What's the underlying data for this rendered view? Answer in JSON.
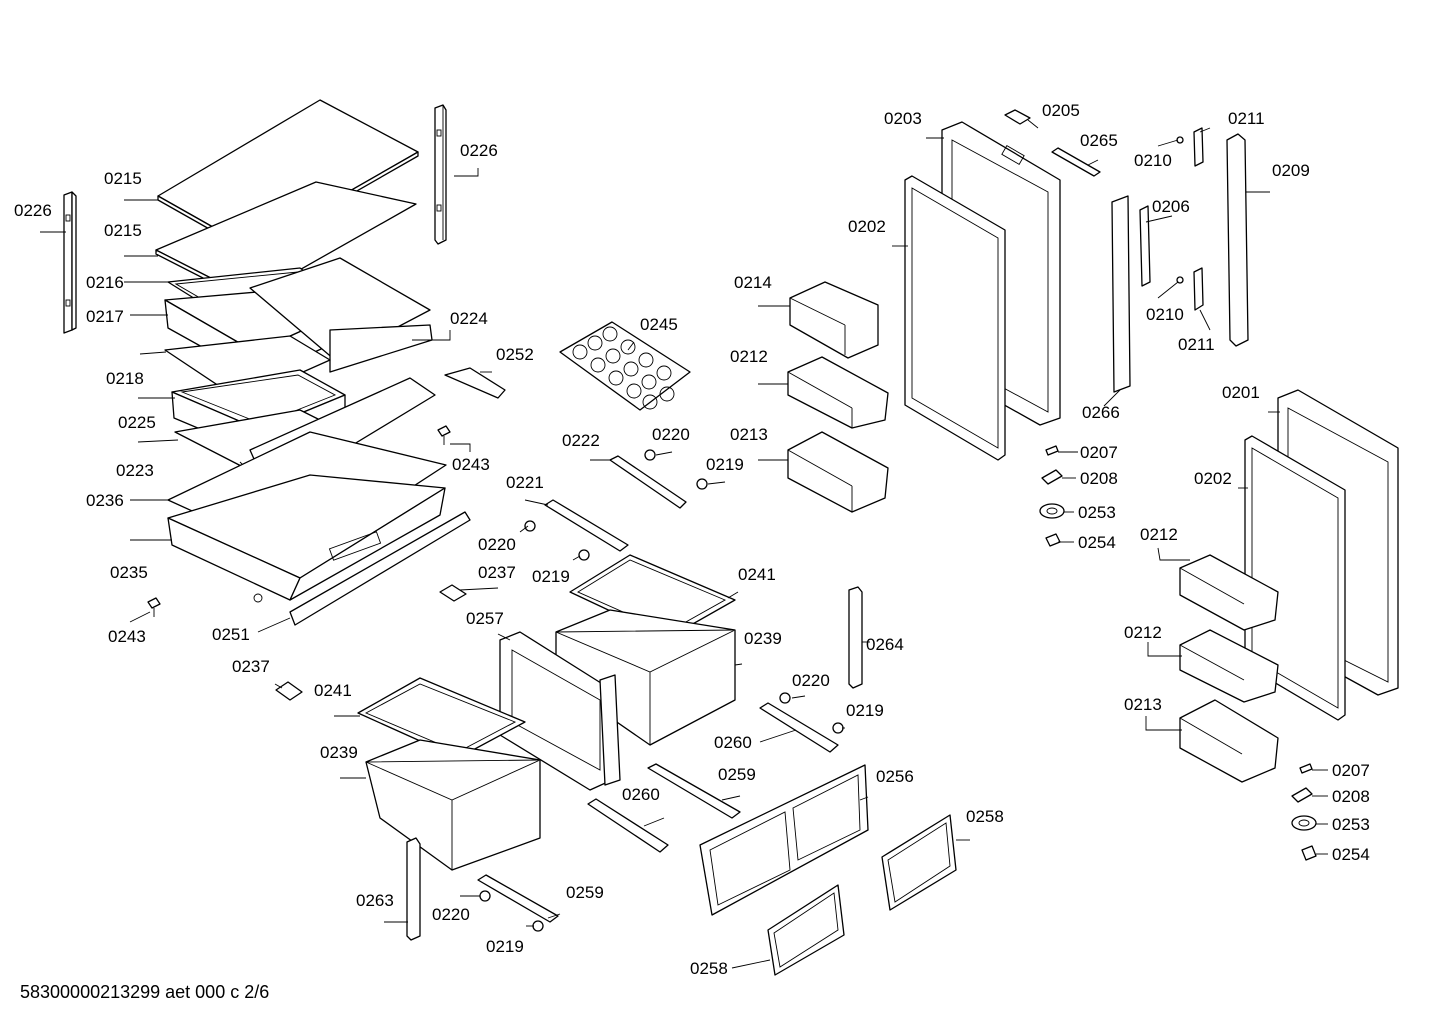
{
  "document_id": "58300000213299 aet 000 c 2/6",
  "callouts": [
    {
      "id": "c0226a",
      "text": "0226"
    },
    {
      "id": "c0226b",
      "text": "0226"
    },
    {
      "id": "c0215a",
      "text": "0215"
    },
    {
      "id": "c0215b",
      "text": "0215"
    },
    {
      "id": "c0216",
      "text": "0216"
    },
    {
      "id": "c0217",
      "text": "0217"
    },
    {
      "id": "c0218",
      "text": "0218"
    },
    {
      "id": "c0225",
      "text": "0225"
    },
    {
      "id": "c0223",
      "text": "0223"
    },
    {
      "id": "c0236",
      "text": "0236"
    },
    {
      "id": "c0235",
      "text": "0235"
    },
    {
      "id": "c0243a",
      "text": "0243"
    },
    {
      "id": "c0243b",
      "text": "0243"
    },
    {
      "id": "c0251",
      "text": "0251"
    },
    {
      "id": "c0224",
      "text": "0224"
    },
    {
      "id": "c0252",
      "text": "0252"
    },
    {
      "id": "c0245",
      "text": "0245"
    },
    {
      "id": "c0222",
      "text": "0222"
    },
    {
      "id": "c0220a",
      "text": "0220"
    },
    {
      "id": "c0219a",
      "text": "0219"
    },
    {
      "id": "c0221",
      "text": "0221"
    },
    {
      "id": "c0220b",
      "text": "0220"
    },
    {
      "id": "c0219b",
      "text": "0219"
    },
    {
      "id": "c0237a",
      "text": "0237"
    },
    {
      "id": "c0237b",
      "text": "0237"
    },
    {
      "id": "c0241a",
      "text": "0241"
    },
    {
      "id": "c0241b",
      "text": "0241"
    },
    {
      "id": "c0257",
      "text": "0257"
    },
    {
      "id": "c0239a",
      "text": "0239"
    },
    {
      "id": "c0239b",
      "text": "0239"
    },
    {
      "id": "c0264",
      "text": "0264"
    },
    {
      "id": "c0220c",
      "text": "0220"
    },
    {
      "id": "c0219c",
      "text": "0219"
    },
    {
      "id": "c0260a",
      "text": "0260"
    },
    {
      "id": "c0260b",
      "text": "0260"
    },
    {
      "id": "c0259a",
      "text": "0259"
    },
    {
      "id": "c0259b",
      "text": "0259"
    },
    {
      "id": "c0256",
      "text": "0256"
    },
    {
      "id": "c0258a",
      "text": "0258"
    },
    {
      "id": "c0258b",
      "text": "0258"
    },
    {
      "id": "c0263",
      "text": "0263"
    },
    {
      "id": "c0220d",
      "text": "0220"
    },
    {
      "id": "c0219d",
      "text": "0219"
    },
    {
      "id": "c0214",
      "text": "0214"
    },
    {
      "id": "c0212a",
      "text": "0212"
    },
    {
      "id": "c0213a",
      "text": "0213"
    },
    {
      "id": "c0203",
      "text": "0203"
    },
    {
      "id": "c0202a",
      "text": "0202"
    },
    {
      "id": "c0205",
      "text": "0205"
    },
    {
      "id": "c0265",
      "text": "0265"
    },
    {
      "id": "c0210a",
      "text": "0210"
    },
    {
      "id": "c0210b",
      "text": "0210"
    },
    {
      "id": "c0211a",
      "text": "0211"
    },
    {
      "id": "c0211b",
      "text": "0211"
    },
    {
      "id": "c0209",
      "text": "0209"
    },
    {
      "id": "c0206",
      "text": "0206"
    },
    {
      "id": "c0266",
      "text": "0266"
    },
    {
      "id": "c0207a",
      "text": "0207"
    },
    {
      "id": "c0208a",
      "text": "0208"
    },
    {
      "id": "c0253a",
      "text": "0253"
    },
    {
      "id": "c0254a",
      "text": "0254"
    },
    {
      "id": "c0201",
      "text": "0201"
    },
    {
      "id": "c0202b",
      "text": "0202"
    },
    {
      "id": "c0212b",
      "text": "0212"
    },
    {
      "id": "c0212c",
      "text": "0212"
    },
    {
      "id": "c0213b",
      "text": "0213"
    },
    {
      "id": "c0207b",
      "text": "0207"
    },
    {
      "id": "c0208b",
      "text": "0208"
    },
    {
      "id": "c0253b",
      "text": "0253"
    },
    {
      "id": "c0254b",
      "text": "0254"
    }
  ]
}
